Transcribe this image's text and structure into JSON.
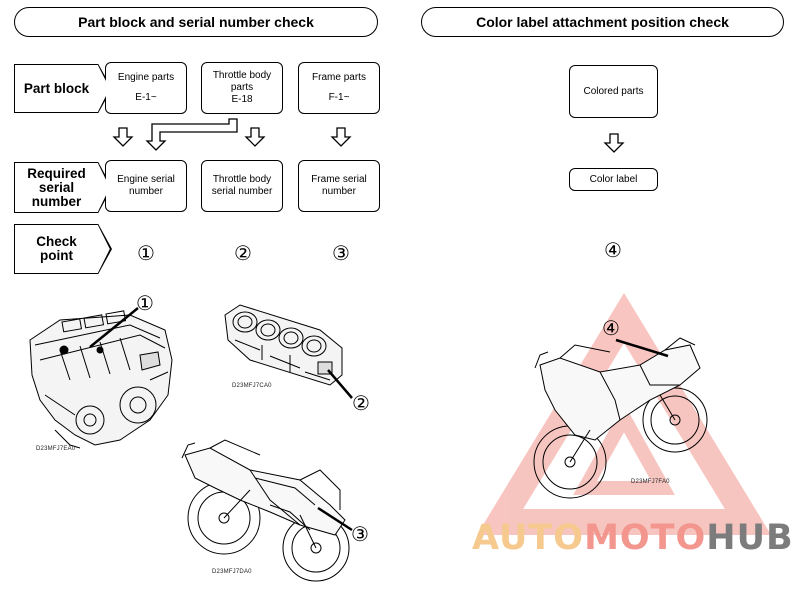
{
  "left_header": "Part block and serial number check",
  "right_header": "Color label attachment position check",
  "row_labels": {
    "part_block": "Part block",
    "required_serial": [
      "Required",
      "serial",
      "number"
    ],
    "check_point": [
      "Check",
      "point"
    ]
  },
  "part_blocks": [
    {
      "lines": [
        "Engine parts"
      ],
      "code": "E-1~"
    },
    {
      "lines": [
        "Throttle body",
        "parts"
      ],
      "code": "E-18"
    },
    {
      "lines": [
        "Frame parts"
      ],
      "code": "F-1~"
    }
  ],
  "serial_boxes": [
    {
      "lines": [
        "Engine serial",
        "number"
      ]
    },
    {
      "lines": [
        "Throttle body",
        "serial number"
      ]
    },
    {
      "lines": [
        "Frame serial",
        "number"
      ]
    }
  ],
  "check_points": [
    "①",
    "②",
    "③"
  ],
  "color_flow": {
    "colored_parts": "Colored parts",
    "color_label": "Color label",
    "check_point": "④"
  },
  "figure_captions": {
    "engine": "D23MFJ7EA0",
    "throttle": "D23MFJ7CA0",
    "frame": "D23MFJ7DA0",
    "color": "D23MFJ7FA0"
  },
  "callouts": {
    "engine": "①",
    "throttle": "②",
    "frame": "③",
    "color": "④"
  },
  "watermark": {
    "part1": "AUTO",
    "part2": "MOTO",
    "part3": "HUB"
  }
}
